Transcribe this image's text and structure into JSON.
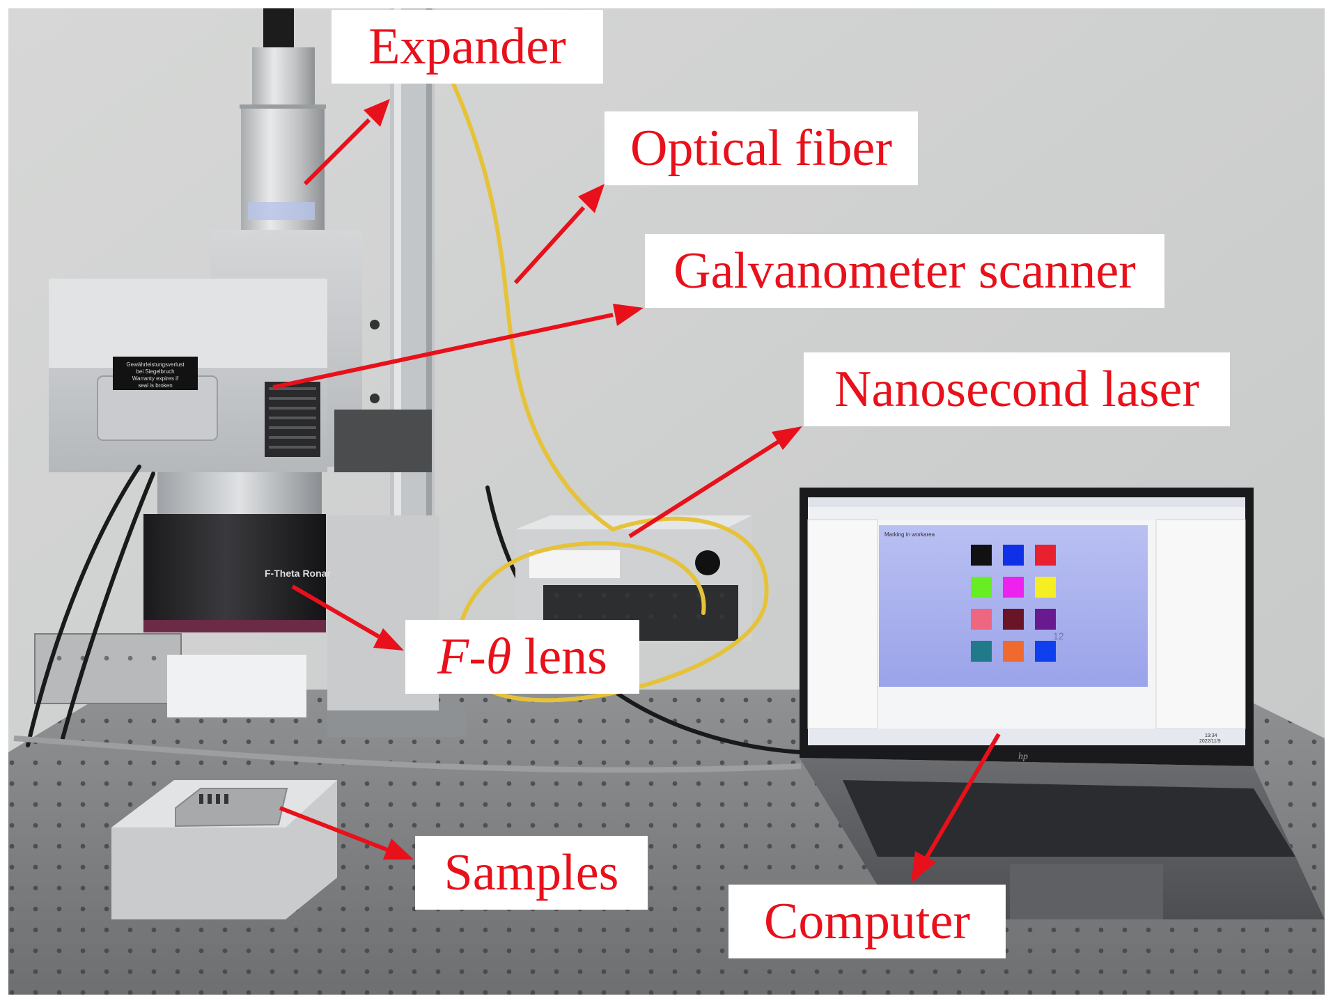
{
  "labels": {
    "expander": "Expander",
    "optical_fiber": "Optical fiber",
    "galvanometer_scanner": "Galvanometer scanner",
    "nanosecond_laser": "Nanosecond laser",
    "f_theta_lens": {
      "part1": "F",
      "part2": "-",
      "part3": "θ",
      "part4": " lens"
    },
    "samples": "Samples",
    "computer": "Computer"
  },
  "device_text": {
    "scanner_warning_line1": "Gewährleistungsverlust",
    "scanner_warning_line2": "bei Siegelbruch",
    "scanner_warning_line3": "Warranty expires if",
    "scanner_warning_line4": "seal is broken",
    "lens_brand": "F-Theta Ronar",
    "laptop_brand": "hp",
    "screen_caption": "Marking in workarea",
    "screen_number": "12",
    "screen_clock": "19:34",
    "screen_date": "2022/11/9"
  },
  "colors": {
    "label_text": "#e8101a",
    "arrow": "#e8101a",
    "label_bg": "#ffffff",
    "screen_swatches": [
      "#111111",
      "#1030e8",
      "#e82030",
      "#66ee22",
      "#ee22ee",
      "#f4ee22",
      "#ee6680",
      "#6a1428",
      "#6a1a90",
      "#207a8a",
      "#f06a30",
      "#1040ee"
    ]
  }
}
